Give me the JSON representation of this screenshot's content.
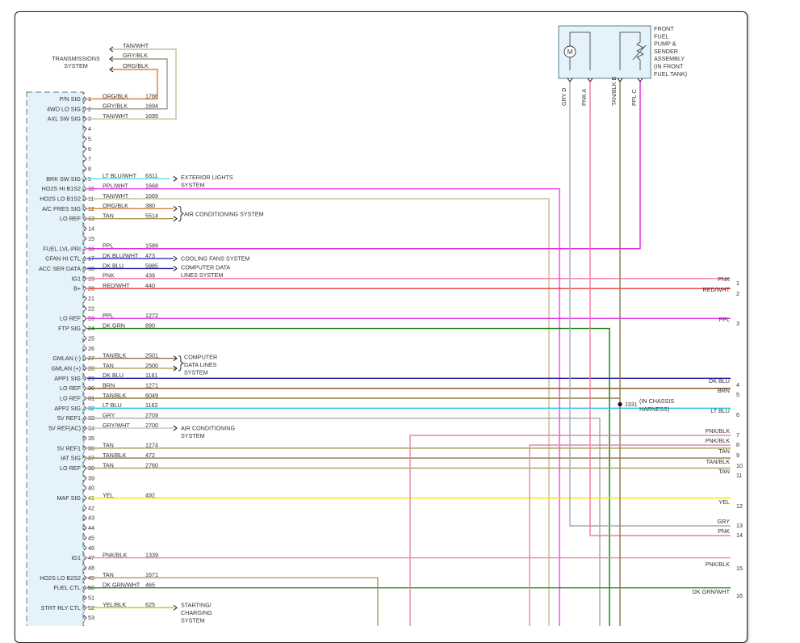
{
  "colors": {
    "TAN/WHT": "#c8bc96",
    "GRY/BLK": "#9a9a86",
    "ORG/BLK": "#d9823a",
    "LT BLU/WHT": "#55e0e8",
    "PPL/WHT": "#ee44ee",
    "TAN": "#b09a60",
    "DK BLU/WHT": "#2a2acc",
    "DK BLU": "#1a1aa6",
    "PNK": "#f07aa0",
    "RED/WHT": "#e83a3a",
    "PPL": "#e020e0",
    "DK GRN": "#0a7a0a",
    "BRN": "#7a5020",
    "TAN/BLK": "#8a7a4a",
    "LT BLU": "#20c8e8",
    "GRY": "#a8a8b4",
    "GRY/WHT": "#c4c4cc",
    "YEL": "#ecec10",
    "PNK/BLK": "#e08aa8",
    "DK GRN/WHT": "#2a8a2a",
    "YEL/BLK": "#c8c800"
  },
  "transmission": {
    "label": "TRANSMISSIONS\nSYSTEM",
    "wires": [
      {
        "text": "TAN/WHT",
        "color": "TAN/WHT"
      },
      {
        "text": "GRY/BLK",
        "color": "GRY/BLK"
      },
      {
        "text": "ORG/BLK",
        "color": "ORG/BLK"
      }
    ]
  },
  "pump": {
    "label": "FRONT\nFUEL\nPUMP &\nSENDER\nASSEMBLY\n(IN FRONT\nFUEL TANK)",
    "motor": "M",
    "pins": [
      {
        "label": "GRY",
        "pin": "D",
        "color": "GRY"
      },
      {
        "label": "PNK",
        "pin": "A",
        "color": "PNK"
      },
      {
        "label": "TAN/BLK",
        "pin": "B",
        "color": "TAN/BLK"
      },
      {
        "label": "PPL",
        "pin": "C",
        "color": "PPL"
      }
    ]
  },
  "splice": {
    "text": "J331",
    "note": "(IN CHASSIS\nHARNESS)"
  },
  "rows": [
    {
      "n": "1",
      "sig": "P/N SIG",
      "wire": "ORG/BLK",
      "circ": "1786"
    },
    {
      "n": "2",
      "sig": "4WD LO SIG",
      "wire": "GRY/BLK",
      "circ": "1694"
    },
    {
      "n": "3",
      "sig": "AXL SW SIG",
      "wire": "TAN/WHT",
      "circ": "1695"
    },
    {
      "n": "4"
    },
    {
      "n": "5"
    },
    {
      "n": "6"
    },
    {
      "n": "7"
    },
    {
      "n": "8"
    },
    {
      "n": "9",
      "sig": "BRK SW SIG",
      "wire": "LT BLU/WHT",
      "circ": "6311"
    },
    {
      "n": "10",
      "sig": "HO2S HI B1S2",
      "wire": "PPL/WHT",
      "circ": "1668"
    },
    {
      "n": "11",
      "sig": "HO2S LO B1S2",
      "wire": "TAN/WHT",
      "circ": "1669"
    },
    {
      "n": "12",
      "sig": "A/C PRES SIG",
      "wire": "ORG/BLK",
      "circ": "380"
    },
    {
      "n": "13",
      "sig": "LO REF",
      "wire": "TAN",
      "circ": "5514"
    },
    {
      "n": "14"
    },
    {
      "n": "15"
    },
    {
      "n": "16",
      "sig": "FUEL LVL-PRI",
      "wire": "PPL",
      "circ": "1589"
    },
    {
      "n": "17",
      "sig": "CFAN HI CTL",
      "wire": "DK BLU/WHT",
      "circ": "473"
    },
    {
      "n": "18",
      "sig": "ACC SER DATA",
      "wire": "DK BLU",
      "circ": "5985"
    },
    {
      "n": "19",
      "sig": "IG1",
      "wire": "PNK",
      "circ": "439"
    },
    {
      "n": "20",
      "sig": "B+",
      "wire": "RED/WHT",
      "circ": "440"
    },
    {
      "n": "21"
    },
    {
      "n": "22"
    },
    {
      "n": "23",
      "sig": "LO REF",
      "wire": "PPL",
      "circ": "1272"
    },
    {
      "n": "24",
      "sig": "FTP SIG",
      "wire": "DK GRN",
      "circ": "890"
    },
    {
      "n": "25"
    },
    {
      "n": "26"
    },
    {
      "n": "27",
      "sig": "GMLAN (-)",
      "wire": "TAN/BLK",
      "circ": "2501"
    },
    {
      "n": "28",
      "sig": "GMLAN (+)",
      "wire": "TAN",
      "circ": "2500"
    },
    {
      "n": "29",
      "sig": "APP1 SIG",
      "wire": "DK BLU",
      "circ": "1161"
    },
    {
      "n": "30",
      "sig": "LO REF",
      "wire": "BRN",
      "circ": "1271"
    },
    {
      "n": "31",
      "sig": "LO REF",
      "wire": "TAN/BLK",
      "circ": "6049"
    },
    {
      "n": "32",
      "sig": "APP2 SIG",
      "wire": "LT BLU",
      "circ": "1162"
    },
    {
      "n": "33",
      "sig": "5V REF1",
      "wire": "GRY",
      "circ": "2709"
    },
    {
      "n": "34",
      "sig": "5V REF(AC)",
      "wire": "GRY/WHT",
      "circ": "2700"
    },
    {
      "n": "35"
    },
    {
      "n": "36",
      "sig": "5V REF1",
      "wire": "TAN",
      "circ": "1274"
    },
    {
      "n": "37",
      "sig": "IAT SIG",
      "wire": "TAN/BLK",
      "circ": "472"
    },
    {
      "n": "38",
      "sig": "LO REF",
      "wire": "TAN",
      "circ": "2760"
    },
    {
      "n": "39"
    },
    {
      "n": "40"
    },
    {
      "n": "41",
      "sig": "MAF SIG",
      "wire": "YEL",
      "circ": "492"
    },
    {
      "n": "42"
    },
    {
      "n": "43"
    },
    {
      "n": "44"
    },
    {
      "n": "45"
    },
    {
      "n": "46"
    },
    {
      "n": "47",
      "sig": "IG1",
      "wire": "PNK/BLK",
      "circ": "1339"
    },
    {
      "n": "48"
    },
    {
      "n": "49",
      "sig": "HO2S LO B2S2",
      "wire": "TAN",
      "circ": "1671"
    },
    {
      "n": "50",
      "sig": "FUEL CTL",
      "wire": "DK GRN/WHT",
      "circ": "465"
    },
    {
      "n": "51"
    },
    {
      "n": "52",
      "sig": "STRT RLY CTL",
      "wire": "YEL/BLK",
      "circ": "625"
    },
    {
      "n": "53"
    }
  ],
  "systems": [
    {
      "text": "EXTERIOR LIGHTS\nSYSTEM"
    },
    {
      "text": "AIR CONDITIONING SYSTEM"
    },
    {
      "text": "COOLING FANS SYSTEM"
    },
    {
      "text": "COMPUTER DATA\nLINES SYSTEM"
    },
    {
      "text": "COMPUTER\nDATA LINES\nSYSTEM"
    },
    {
      "text": "AIR CONDITIONING\nSYSTEM"
    },
    {
      "text": "STARTING/\nCHARGING\nSYSTEM"
    }
  ],
  "right_labels": [
    {
      "num": "1",
      "text": "PNK",
      "color": "PNK"
    },
    {
      "num": "2",
      "text": "RED/WHT",
      "color": "RED/WHT"
    },
    {
      "num": "3",
      "text": "PPL",
      "color": "PPL"
    },
    {
      "num": "4",
      "text": "DK BLU",
      "color": "DK BLU"
    },
    {
      "num": "5",
      "text": "BRN",
      "color": "BRN"
    },
    {
      "num": "6",
      "text": "LT BLU",
      "color": "LT BLU"
    },
    {
      "num": "7",
      "text": "PNK/BLK",
      "color": "PNK/BLK"
    },
    {
      "num": "8",
      "text": "PNK/BLK",
      "color": "PNK/BLK"
    },
    {
      "num": "9",
      "text": "TAN",
      "color": "TAN"
    },
    {
      "num": "10",
      "text": "TAN/BLK",
      "color": "TAN/BLK"
    },
    {
      "num": "11",
      "text": "TAN",
      "color": "TAN"
    },
    {
      "num": "12",
      "text": "YEL",
      "color": "YEL"
    },
    {
      "num": "13",
      "text": "GRY",
      "color": "GRY"
    },
    {
      "num": "14",
      "text": "PNK",
      "color": "PNK"
    },
    {
      "num": "15",
      "text": "PNK/BLK",
      "color": "PNK/BLK"
    },
    {
      "num": "16",
      "text": "DK GRN/WHT",
      "color": "DK GRN/WHT"
    }
  ]
}
